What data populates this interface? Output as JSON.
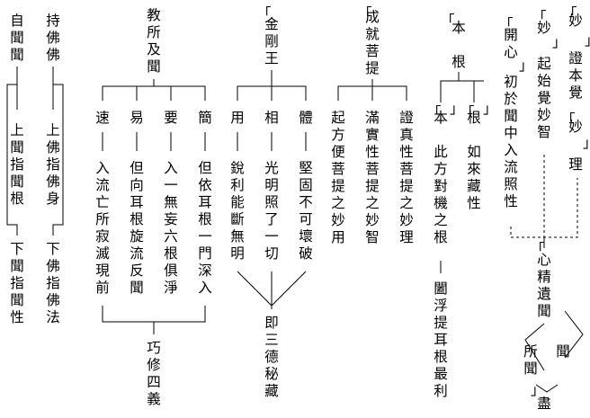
{
  "columns": {
    "zi_wen": "自聞聞",
    "shang_wen": "上聞指聞根",
    "xia_wen": "下聞指聞性",
    "chi_fo": "持佛佛",
    "shang_fo": "上佛指佛身",
    "xia_fo": "下佛指佛法",
    "jiao_suo": "教所及聞",
    "su": "速",
    "su_text": "入流亡所寂滅現前",
    "yi": "易",
    "yi_text": "但向耳根旋流反聞",
    "yao": "要",
    "yao_text": "入一無妄六根俱淨",
    "jian": "簡",
    "jian_text": "但依耳根一門深入",
    "qiao_xiu": "巧修四義",
    "jin_gang": "金剛王",
    "yong": "用",
    "yong_text": "銳利能斷無明",
    "xiang": "相",
    "xiang_text": "光明照了一切",
    "ti": "體",
    "ti_text": "堅固不可壞破",
    "ji_san_de": "即三德秘藏",
    "cheng_jiu": "成就菩提",
    "qi_fang": "起方便菩提之妙用",
    "man_shi": "滿實性菩提之妙智",
    "zheng_zhen": "證真性菩提之妙理",
    "ben": "本",
    "gen": "根",
    "ben2": "本",
    "ben2_text": "此方對機之根",
    "ben2_sub": "闔浮提耳根最利",
    "gen2": "根",
    "gen2_text": "如來藏性",
    "kai_xin": "開心",
    "kai_xin_text": "初於聞中入流照性",
    "miao_small": "妙",
    "miao_small_text": "起始覺妙智",
    "miao_big": "妙",
    "miao_big_text": "證本覺",
    "miao_big_inner": "妙",
    "li": "理",
    "xin_jing": "心精遺聞",
    "suo_wen": "所聞",
    "neng_wen": "聞",
    "jin": "盡"
  }
}
